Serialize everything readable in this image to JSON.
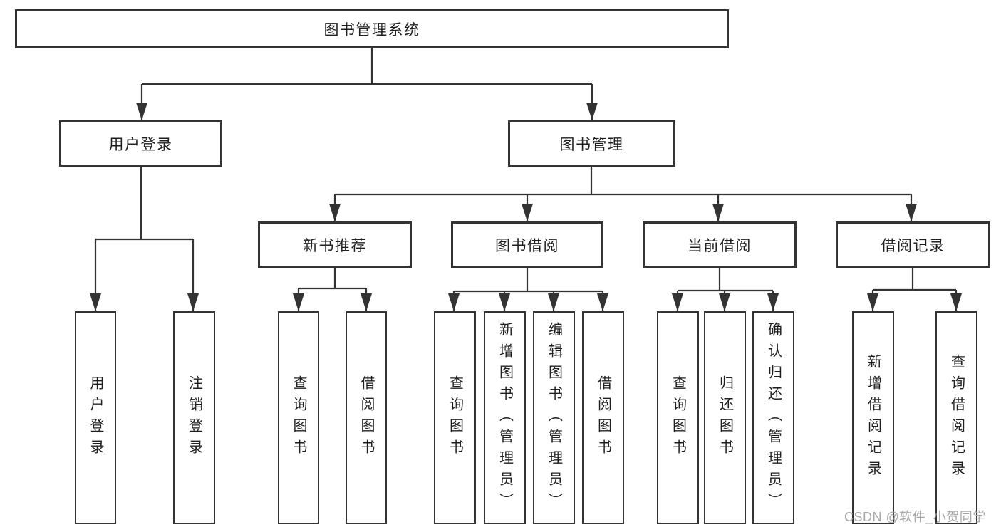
{
  "diagram": {
    "nodes": [
      {
        "id": "root",
        "label": "图书管理系统"
      },
      {
        "id": "user-login",
        "label": "用户登录"
      },
      {
        "id": "book-management",
        "label": "图书管理"
      },
      {
        "id": "new-book-recommend",
        "label": "新书推荐"
      },
      {
        "id": "book-borrow",
        "label": "图书借阅"
      },
      {
        "id": "current-borrow",
        "label": "当前借阅"
      },
      {
        "id": "borrow-records",
        "label": "借阅记录"
      },
      {
        "id": "leaf-user-login",
        "label": "用户登录"
      },
      {
        "id": "leaf-logout",
        "label": "注销登录"
      },
      {
        "id": "leaf-query-books-1",
        "label": "查询图书"
      },
      {
        "id": "leaf-borrow-books-1",
        "label": "借阅图书"
      },
      {
        "id": "leaf-query-books-2",
        "label": "查询图书"
      },
      {
        "id": "leaf-add-book-admin",
        "label": "新增图书（管理员）"
      },
      {
        "id": "leaf-edit-book-admin",
        "label": "编辑图书（管理员）"
      },
      {
        "id": "leaf-borrow-books-2",
        "label": "借阅图书"
      },
      {
        "id": "leaf-query-books-3",
        "label": "查询图书"
      },
      {
        "id": "leaf-return-book",
        "label": "归还图书"
      },
      {
        "id": "leaf-confirm-return-admin",
        "label": "确认归还（管理员）"
      },
      {
        "id": "leaf-add-borrow-record",
        "label": "新增借阅记录"
      },
      {
        "id": "leaf-query-borrow-record",
        "label": "查询借阅记录"
      }
    ]
  },
  "watermark": {
    "text": "CSDN @软件_小贺同学"
  },
  "colors": {
    "line": "#333333",
    "border": "#333333",
    "text": "#1f1f1f",
    "background": "#ffffff",
    "watermark": "#9e9e9e"
  }
}
